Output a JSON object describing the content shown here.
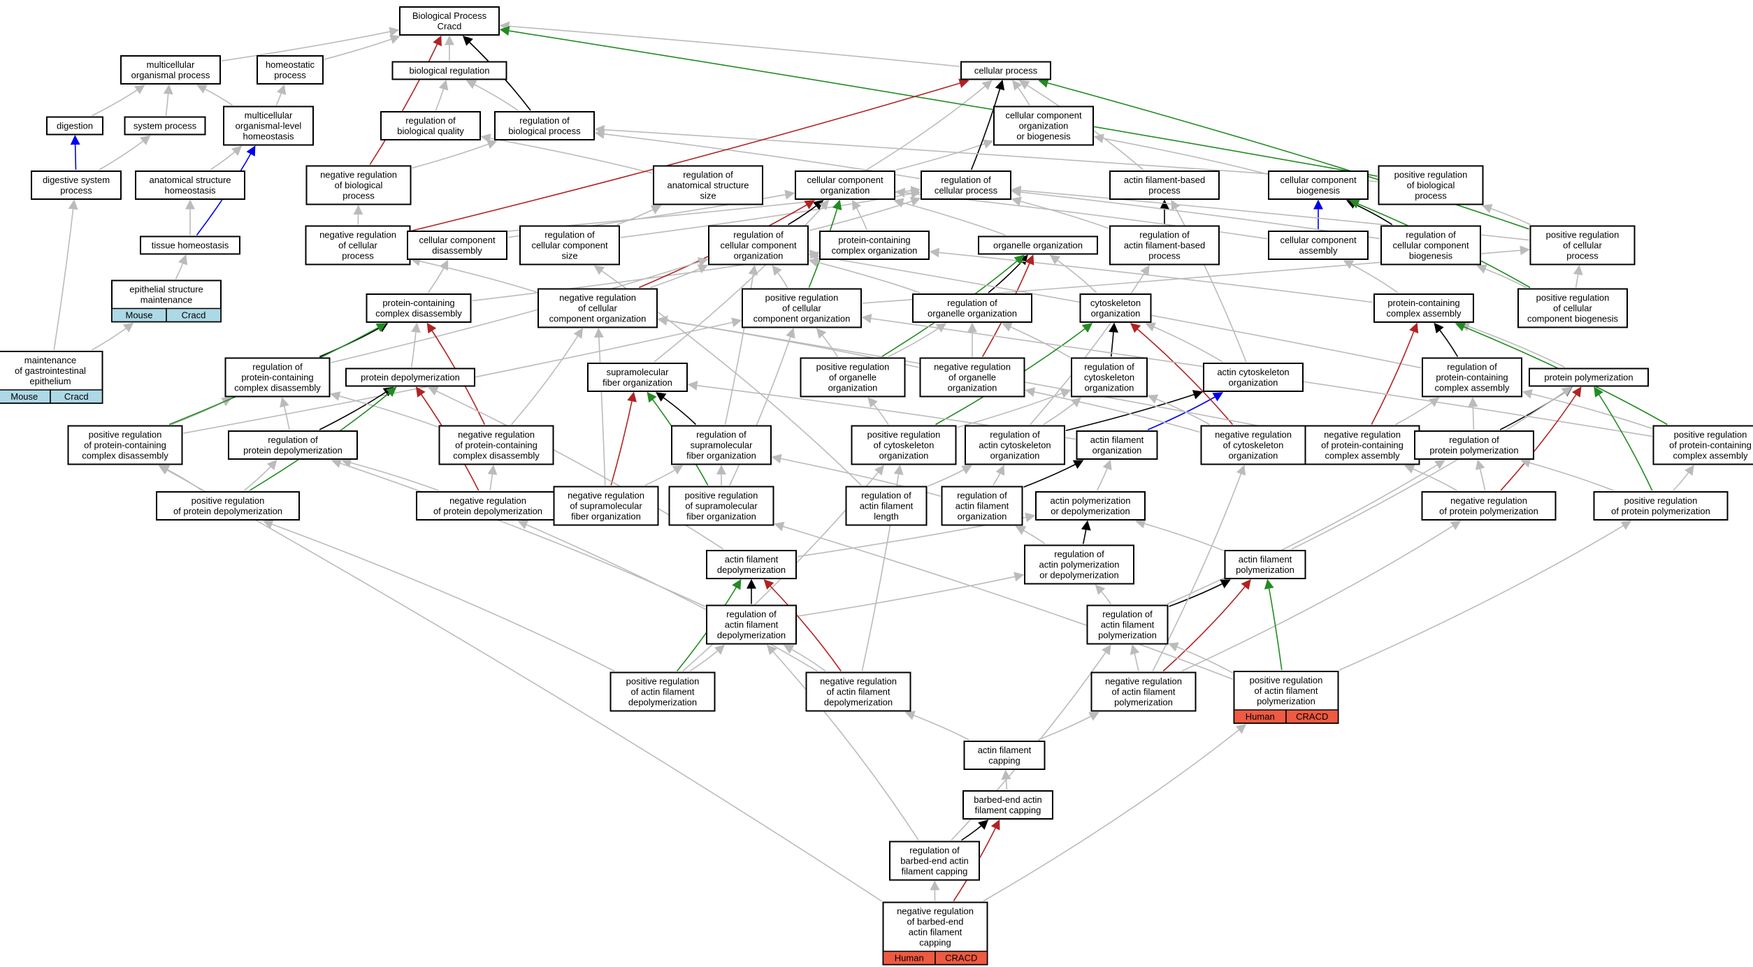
{
  "colors": {
    "is_a": "#bbbbbb",
    "part_of": "#000000",
    "regulates": "#000000",
    "negatively_regulates": "#b22222",
    "positively_regulates": "#228b22",
    "occurs_in": "#0000ee",
    "mouse_annotation": "#add8e6",
    "human_annotation": "#ee5a42"
  },
  "nodes": [
    {
      "id": "bp",
      "lines": [
        "Biological Process",
        "Cracd"
      ]
    },
    {
      "id": "mop",
      "lines": [
        "multicellular",
        "organismal process"
      ]
    },
    {
      "id": "homp",
      "lines": [
        "homeostatic",
        "process"
      ]
    },
    {
      "id": "bioreg",
      "lines": [
        "biological regulation"
      ]
    },
    {
      "id": "cellproc",
      "lines": [
        "cellular process"
      ]
    },
    {
      "id": "dig",
      "lines": [
        "digestion"
      ]
    },
    {
      "id": "sysproc",
      "lines": [
        "system process"
      ]
    },
    {
      "id": "mohom",
      "lines": [
        "multicellular",
        "organismal-level",
        "homeostasis"
      ]
    },
    {
      "id": "regbq",
      "lines": [
        "regulation of",
        "biological quality"
      ]
    },
    {
      "id": "regbp",
      "lines": [
        "regulation of",
        "biological process"
      ]
    },
    {
      "id": "ccob",
      "lines": [
        "cellular component",
        "organization",
        "or biogenesis"
      ]
    },
    {
      "id": "dsp",
      "lines": [
        "digestive system",
        "process"
      ]
    },
    {
      "id": "ash",
      "lines": [
        "anatomical structure",
        "homeostasis"
      ]
    },
    {
      "id": "nrbp",
      "lines": [
        "negative regulation",
        "of biological",
        "process"
      ]
    },
    {
      "id": "rass",
      "lines": [
        "regulation of",
        "anatomical structure",
        "size"
      ]
    },
    {
      "id": "cco",
      "lines": [
        "cellular component",
        "organization"
      ]
    },
    {
      "id": "rcp",
      "lines": [
        "regulation of",
        "cellular process"
      ]
    },
    {
      "id": "afbp",
      "lines": [
        "actin filament-based",
        "process"
      ]
    },
    {
      "id": "ccb",
      "lines": [
        "cellular component",
        "biogenesis"
      ]
    },
    {
      "id": "prbp",
      "lines": [
        "positive regulation",
        "of biological",
        "process"
      ]
    },
    {
      "id": "th",
      "lines": [
        "tissue homeostasis"
      ]
    },
    {
      "id": "nrcp",
      "lines": [
        "negative regulation",
        "of cellular",
        "process"
      ]
    },
    {
      "id": "ccd",
      "lines": [
        "cellular component",
        "disassembly"
      ]
    },
    {
      "id": "rccs",
      "lines": [
        "regulation of",
        "cellular component",
        "size"
      ]
    },
    {
      "id": "rcco",
      "lines": [
        "regulation of",
        "cellular component",
        "organization"
      ]
    },
    {
      "id": "pcco",
      "lines": [
        "protein-containing",
        "complex organization"
      ]
    },
    {
      "id": "oo",
      "lines": [
        "organelle organization"
      ]
    },
    {
      "id": "rafbp",
      "lines": [
        "regulation of",
        "actin filament-based",
        "process"
      ]
    },
    {
      "id": "cca",
      "lines": [
        "cellular component",
        "assembly"
      ]
    },
    {
      "id": "rccb",
      "lines": [
        "regulation of",
        "cellular component",
        "biogenesis"
      ]
    },
    {
      "id": "prcp",
      "lines": [
        "positive regulation",
        "of cellular",
        "process"
      ]
    },
    {
      "id": "esm",
      "lines": [
        "epithelial structure",
        "maintenance"
      ],
      "tags": [
        {
          "species": "Mouse",
          "gene": "Cracd"
        }
      ]
    },
    {
      "id": "pcd",
      "lines": [
        "protein-containing",
        "complex disassembly"
      ]
    },
    {
      "id": "nrcco",
      "lines": [
        "negative regulation",
        "of cellular",
        "component organization"
      ]
    },
    {
      "id": "prcco",
      "lines": [
        "positive regulation",
        "of cellular",
        "component organization"
      ]
    },
    {
      "id": "roo",
      "lines": [
        "regulation of",
        "organelle organization"
      ]
    },
    {
      "id": "cyto",
      "lines": [
        "cytoskeleton",
        "organization"
      ]
    },
    {
      "id": "pca",
      "lines": [
        "protein-containing",
        "complex assembly"
      ]
    },
    {
      "id": "prccb",
      "lines": [
        "positive regulation",
        "of cellular",
        "component biogenesis"
      ]
    },
    {
      "id": "mgie",
      "lines": [
        "maintenance",
        "of gastrointestinal",
        "epithelium"
      ],
      "tags": [
        {
          "species": "Mouse",
          "gene": "Cracd"
        }
      ]
    },
    {
      "id": "rpcd",
      "lines": [
        "regulation of",
        "protein-containing",
        "complex disassembly"
      ]
    },
    {
      "id": "pdp",
      "lines": [
        "protein depolymerization"
      ]
    },
    {
      "id": "sfo",
      "lines": [
        "supramolecular",
        "fiber organization"
      ]
    },
    {
      "id": "proo",
      "lines": [
        "positive regulation",
        "of organelle",
        "organization"
      ]
    },
    {
      "id": "nroo",
      "lines": [
        "negative regulation",
        "of organelle",
        "organization"
      ]
    },
    {
      "id": "rco",
      "lines": [
        "regulation of",
        "cytoskeleton",
        "organization"
      ]
    },
    {
      "id": "aco",
      "lines": [
        "actin cytoskeleton",
        "organization"
      ]
    },
    {
      "id": "rpca",
      "lines": [
        "regulation of",
        "protein-containing",
        "complex assembly"
      ]
    },
    {
      "id": "pp",
      "lines": [
        "protein polymerization"
      ]
    },
    {
      "id": "prpcd",
      "lines": [
        "positive regulation",
        "of protein-containing",
        "complex disassembly"
      ]
    },
    {
      "id": "rpdp",
      "lines": [
        "regulation of",
        "protein depolymerization"
      ]
    },
    {
      "id": "nrpcd",
      "lines": [
        "negative regulation",
        "of protein-containing",
        "complex disassembly"
      ]
    },
    {
      "id": "rsfo",
      "lines": [
        "regulation of",
        "supramolecular",
        "fiber organization"
      ]
    },
    {
      "id": "prco",
      "lines": [
        "positive regulation",
        "of cytoskeleton",
        "organization"
      ]
    },
    {
      "id": "raco",
      "lines": [
        "regulation of",
        "actin cytoskeleton",
        "organization"
      ]
    },
    {
      "id": "afo",
      "lines": [
        "actin filament",
        "organization"
      ]
    },
    {
      "id": "nrco",
      "lines": [
        "negative regulation",
        "of cytoskeleton",
        "organization"
      ]
    },
    {
      "id": "nrpca",
      "lines": [
        "negative regulation",
        "of protein-containing",
        "complex assembly"
      ]
    },
    {
      "id": "rpp",
      "lines": [
        "regulation of",
        "protein polymerization"
      ]
    },
    {
      "id": "prpca",
      "lines": [
        "positive regulation",
        "of protein-containing",
        "complex assembly"
      ]
    },
    {
      "id": "prpdp",
      "lines": [
        "positive regulation",
        "of protein depolymerization"
      ]
    },
    {
      "id": "nrpdp",
      "lines": [
        "negative regulation",
        "of protein depolymerization"
      ]
    },
    {
      "id": "nrsfo",
      "lines": [
        "negative regulation",
        "of supramolecular",
        "fiber organization"
      ]
    },
    {
      "id": "prsfo",
      "lines": [
        "positive regulation",
        "of supramolecular",
        "fiber organization"
      ]
    },
    {
      "id": "rafl",
      "lines": [
        "regulation of",
        "actin filament",
        "length"
      ]
    },
    {
      "id": "rafo",
      "lines": [
        "regulation of",
        "actin filament",
        "organization"
      ]
    },
    {
      "id": "apd",
      "lines": [
        "actin polymerization",
        "or depolymerization"
      ]
    },
    {
      "id": "nrpp",
      "lines": [
        "negative regulation",
        "of protein polymerization"
      ]
    },
    {
      "id": "prpp",
      "lines": [
        "positive regulation",
        "of protein polymerization"
      ]
    },
    {
      "id": "afd",
      "lines": [
        "actin filament",
        "depolymerization"
      ]
    },
    {
      "id": "rapd",
      "lines": [
        "regulation of",
        "actin polymerization",
        "or depolymerization"
      ]
    },
    {
      "id": "afp",
      "lines": [
        "actin filament",
        "polymerization"
      ]
    },
    {
      "id": "rafd",
      "lines": [
        "regulation of",
        "actin filament",
        "depolymerization"
      ]
    },
    {
      "id": "rafp",
      "lines": [
        "regulation of",
        "actin filament",
        "polymerization"
      ]
    },
    {
      "id": "prafd",
      "lines": [
        "positive regulation",
        "of actin filament",
        "depolymerization"
      ]
    },
    {
      "id": "nrafd",
      "lines": [
        "negative regulation",
        "of actin filament",
        "depolymerization"
      ]
    },
    {
      "id": "nrafp",
      "lines": [
        "negative regulation",
        "of actin filament",
        "polymerization"
      ]
    },
    {
      "id": "prafp",
      "lines": [
        "positive regulation",
        "of actin filament",
        "polymerization"
      ],
      "tags": [
        {
          "species": "Human",
          "gene": "CRACD"
        }
      ]
    },
    {
      "id": "afc",
      "lines": [
        "actin filament",
        "capping"
      ]
    },
    {
      "id": "beafc",
      "lines": [
        "barbed-end actin",
        "filament capping"
      ]
    },
    {
      "id": "rbeafc",
      "lines": [
        "regulation of",
        "barbed-end actin",
        "filament capping"
      ]
    },
    {
      "id": "nrbeafc",
      "lines": [
        "negative regulation",
        "of barbed-end",
        "actin filament",
        "capping"
      ],
      "tags": [
        {
          "species": "Human",
          "gene": "CRACD"
        }
      ]
    }
  ]
}
